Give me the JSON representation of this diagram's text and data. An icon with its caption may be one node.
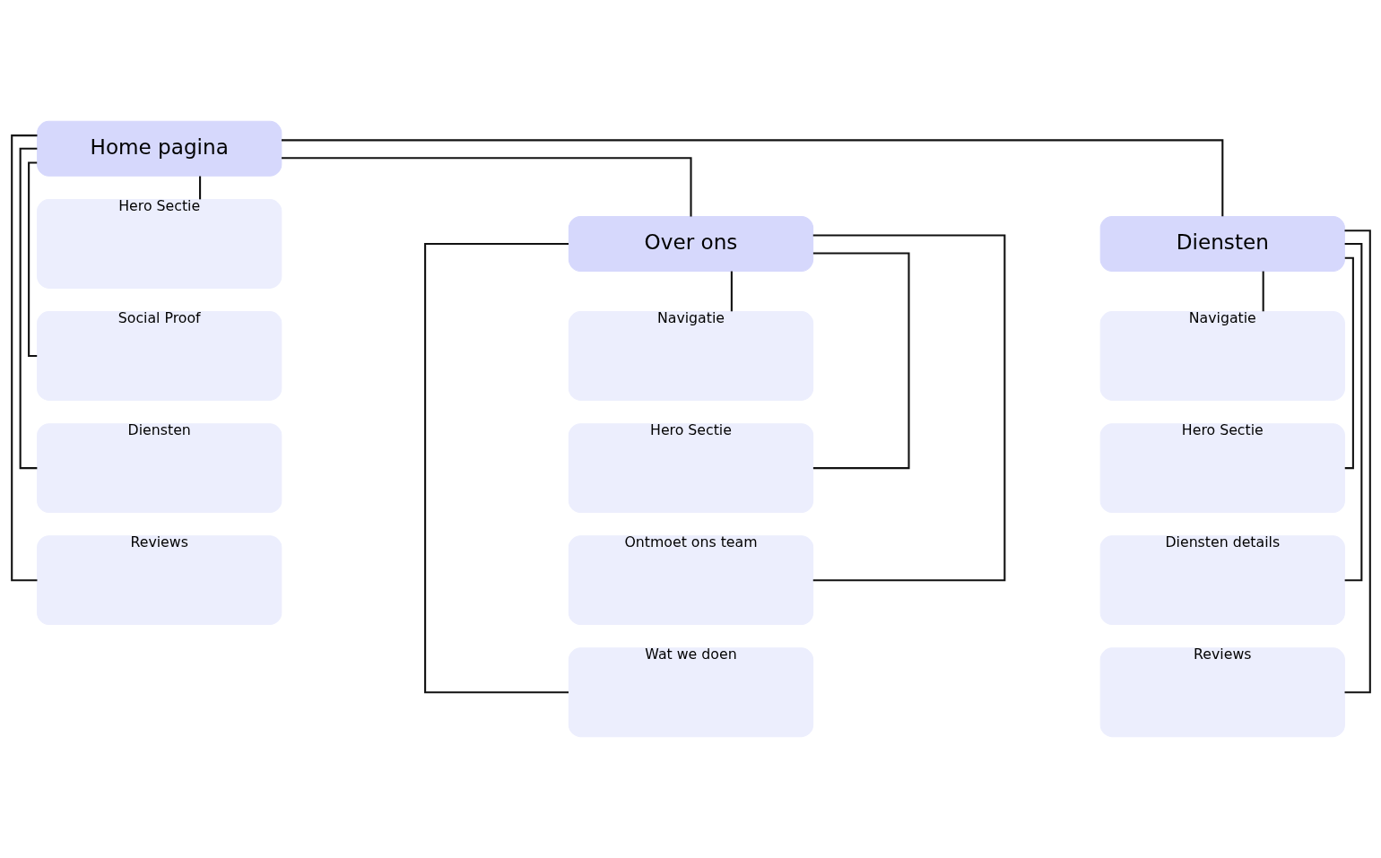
{
  "diagram": {
    "nodes": [
      {
        "text": [
          "Home pagina"
        ]
      },
      {
        "text": [
          "Hero Sectie"
        ]
      },
      {
        "text": [
          "Social Proof"
        ]
      },
      {
        "text": [
          "Diensten"
        ]
      },
      {
        "text": [
          "Reviews"
        ]
      },
      {
        "text": [
          "Over ons"
        ]
      },
      {
        "text": [
          "Navigatie"
        ]
      },
      {
        "text": [
          "Hero Sectie"
        ]
      },
      {
        "text": [
          "Ontmoet ons team"
        ]
      },
      {
        "text": [
          "Wat we doen"
        ]
      },
      {
        "text": [
          "Diensten"
        ]
      },
      {
        "text": [
          "Navigatie"
        ]
      },
      {
        "text": [
          "Hero Sectie"
        ]
      },
      {
        "text": [
          "Diensten details"
        ]
      },
      {
        "text": [
          "Reviews"
        ]
      }
    ],
    "edges": [
      {
        "from": 0,
        "to": 5,
        "arrow": "none"
      },
      {
        "from": 0,
        "to": 10,
        "arrow": "none"
      },
      {
        "from": 0,
        "to": 1,
        "arrow": "none"
      },
      {
        "from": 0,
        "to": 2,
        "arrow": "none"
      },
      {
        "from": 0,
        "to": 3,
        "arrow": "none"
      },
      {
        "from": 0,
        "to": 4,
        "arrow": "none"
      },
      {
        "from": 5,
        "to": 6,
        "arrow": "none"
      },
      {
        "from": 5,
        "to": 7,
        "arrow": "none"
      },
      {
        "from": 5,
        "to": 8,
        "arrow": "none"
      },
      {
        "from": 5,
        "to": 9,
        "arrow": "none"
      },
      {
        "from": 10,
        "to": 11,
        "arrow": "none"
      },
      {
        "from": 10,
        "to": 12,
        "arrow": "none"
      },
      {
        "from": 10,
        "to": 13,
        "arrow": "none"
      },
      {
        "from": 10,
        "to": 14,
        "arrow": "none"
      }
    ]
  }
}
